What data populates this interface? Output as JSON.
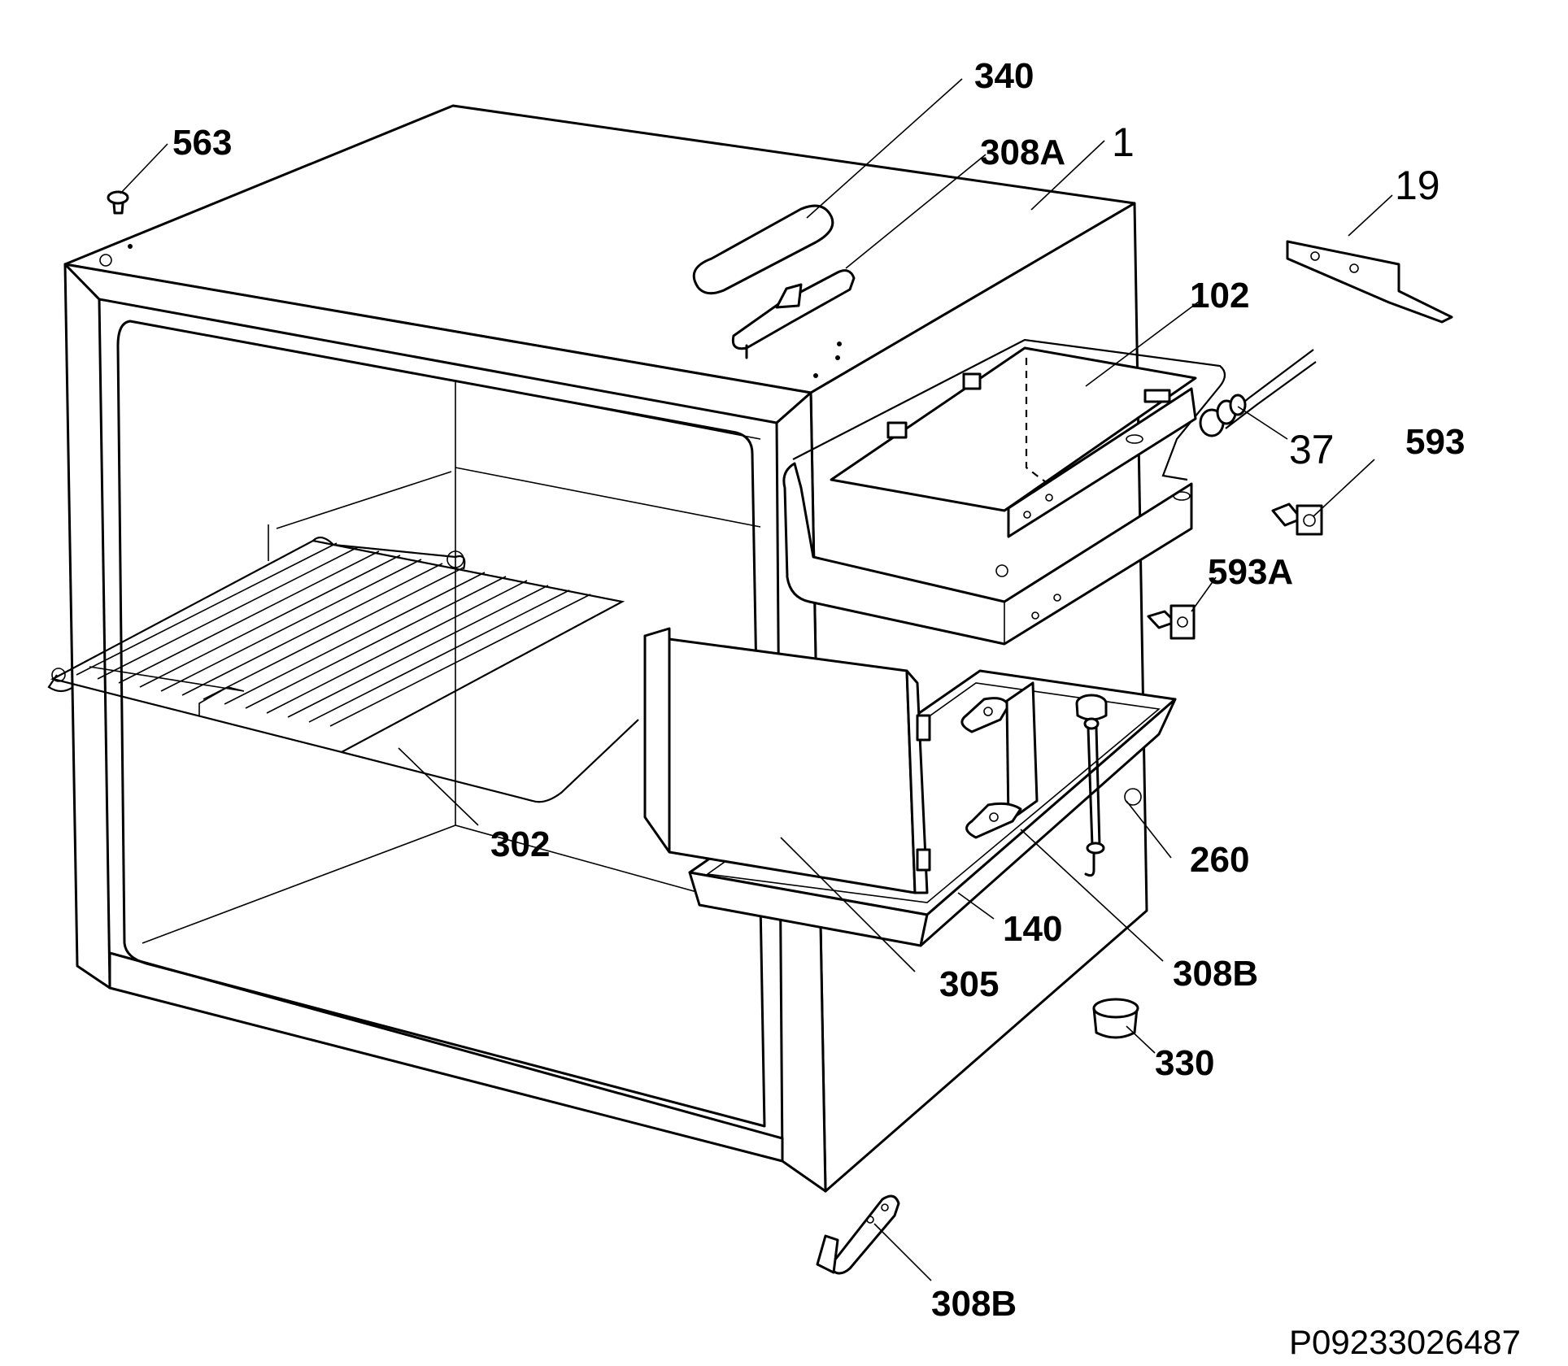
{
  "diagram_code": "P09233026487",
  "part_labels": {
    "p340": "340",
    "p308A": "308A",
    "p1": "1",
    "p19": "19",
    "p563": "563",
    "p102": "102",
    "p37": "37",
    "p593": "593",
    "p593A": "593A",
    "p302": "302",
    "p260": "260",
    "p140": "140",
    "p308B_mid": "308B",
    "p305": "305",
    "p330": "330",
    "p308B_bottom": "308B"
  }
}
